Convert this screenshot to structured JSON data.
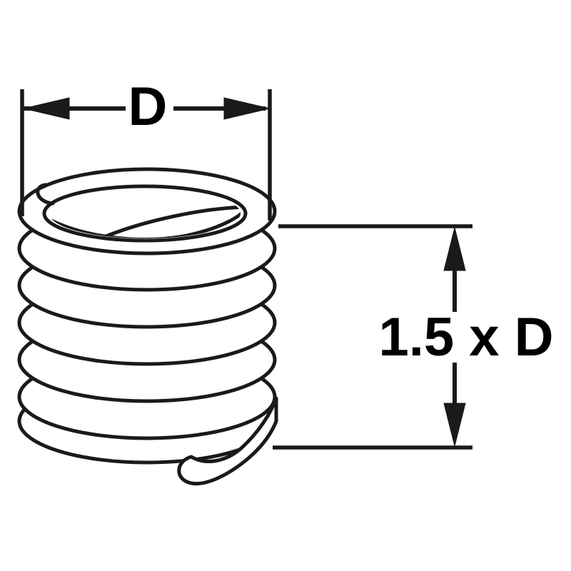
{
  "figure": {
    "type": "technical-diagram",
    "subject": "helical-coil-thread-insert",
    "labels": {
      "diameter": "D",
      "height": "1.5 x D"
    },
    "colors": {
      "line": "#1a1a1a",
      "text": "#000000",
      "background": "#ffffff"
    }
  }
}
